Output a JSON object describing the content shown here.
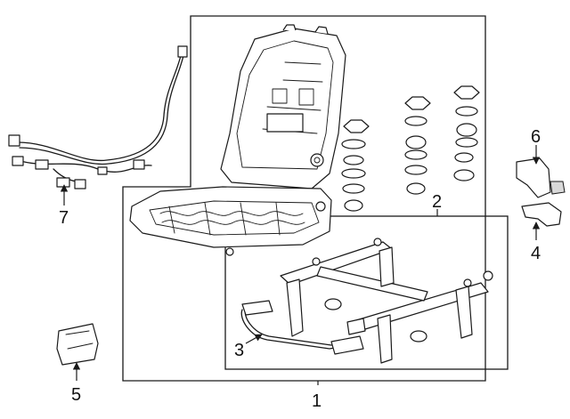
{
  "diagram": {
    "callouts": [
      {
        "id": "1",
        "part": "seat-frame-assembly"
      },
      {
        "id": "2",
        "part": "seat-track-assembly"
      },
      {
        "id": "3",
        "part": "track-release-bar"
      },
      {
        "id": "4",
        "part": "track-end-cover"
      },
      {
        "id": "5",
        "part": "track-cover"
      },
      {
        "id": "6",
        "part": "track-end-cover-outer"
      },
      {
        "id": "7",
        "part": "wire-harness"
      }
    ]
  }
}
